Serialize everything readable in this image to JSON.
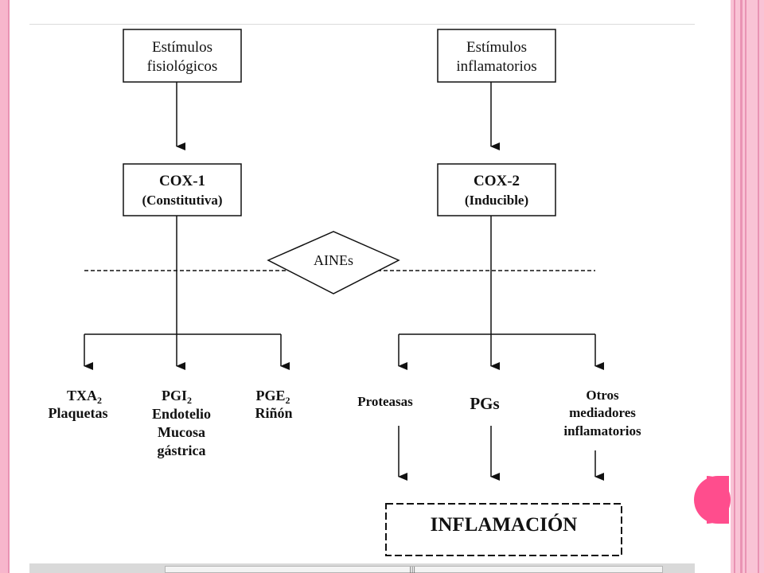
{
  "diagram": {
    "stim_physio": [
      "Estímulos",
      "fisiológicos"
    ],
    "stim_inflam": [
      "Estímulos",
      "inflamatorios"
    ],
    "cox1": {
      "name": "COX-1",
      "type": "(Constitutiva)"
    },
    "cox2": {
      "name": "COX-2",
      "type": "(Inducible)"
    },
    "aines": "AINEs",
    "outputs_left": {
      "txa": {
        "base": "TXA",
        "sub": "2",
        "line2": "Plaquetas"
      },
      "pgi": {
        "base": "PGI",
        "sub": "2",
        "line2": "Endotelio",
        "line3": "Mucosa",
        "line4": "gástrica"
      },
      "pge": {
        "base": "PGE",
        "sub": "2",
        "line2": "Riñón"
      }
    },
    "outputs_right": {
      "proteasas": "Proteasas",
      "pgs": "PGs",
      "otros": [
        "Otros",
        "mediadores",
        "inflamatorios"
      ]
    },
    "inflamacion": "INFLAMACIÓN"
  },
  "colors": {
    "border_pink": "#f7b6cc",
    "accent_pink": "#ff4d8d",
    "stroke": "#111111"
  }
}
